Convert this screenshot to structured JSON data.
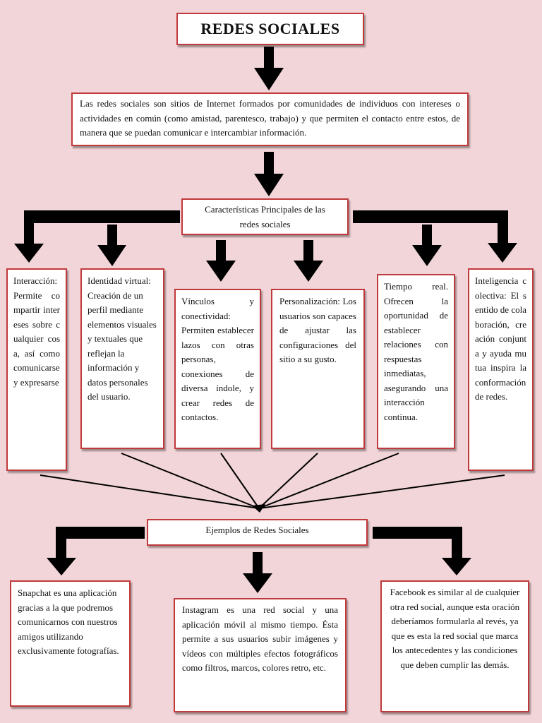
{
  "title": "REDES SOCIALES",
  "definition": "Las redes sociales son sitios de Internet formados por comunidades de individuos con intereses o actividades en común (como amistad, parentesco, trabajo) y que permiten el contacto entre estos, de manera que se puedan comunicar e intercambiar información.",
  "characteristics_title": "Características Principales de las redes sociales",
  "characteristics": [
    "Interacción: Permite compartir intereses sobre cualquier cosa, así como comunicarse y expresarse",
    "Identidad virtual: Creación de un perfil mediante elementos visuales y textuales que reflejan la información y datos personales del usuario.",
    "Vínculos y conectividad: Permiten establecer lazos con otras personas, conexiones de diversa índole, y crear redes de contactos.",
    "Personalización: Los usuarios son capaces de ajustar las configuraciones del sitio a su gusto.",
    "Tiempo real. Ofrecen la oportunidad de establecer relaciones con respuestas inmediatas, asegurando una interacción continua.",
    "Inteligencia colectiva: El sentido de colaboración, creación conjunta y ayuda mutua inspira la conformación de redes."
  ],
  "examples_title": "Ejemplos de Redes Sociales",
  "examples": [
    "Snapchat es una aplicación gracias a la que podremos comunicarnos con nuestros amigos utilizando exclusivamente fotografías.",
    "Instagram es una red social y una aplicación móvil al mismo tiempo. Ésta permite a sus usuarios subir imágenes y vídeos con múltiples efectos fotográficos como filtros, marcos, colores retro, etc.",
    "Facebook es similar al de cualquier otra red social, aunque esta oración deberíamos formularla al revés, ya que es esta la red social que marca los antecedentes y las condiciones que deben cumplir las demás."
  ],
  "colors": {
    "background": "#f2d5d8",
    "border": "#c0393b",
    "arrow": "#000000"
  }
}
